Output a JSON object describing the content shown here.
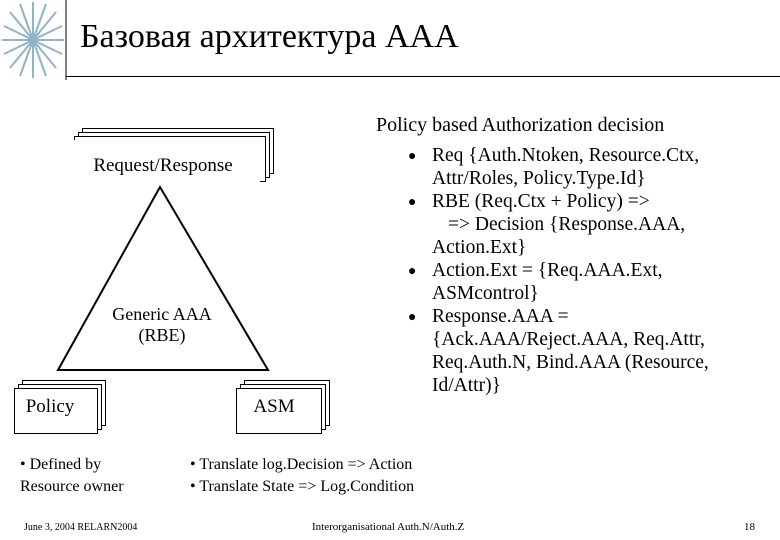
{
  "slide": {
    "title": "Базовая архитектура AAA",
    "policy_heading": "Policy based Authorization decision",
    "bullets": [
      {
        "line1": "Req {Auth.Ntoken, Resource.Ctx,",
        "line2": "Attr/Roles, Policy.Type.Id}",
        "line3": ""
      },
      {
        "line1": "RBE (Req.Ctx + Policy) =>",
        "line2": "=> Decision {Response.AAA,",
        "line3": "Action.Ext}"
      },
      {
        "line1": "Action.Ext = {Req.AAA.Ext,",
        "line2": "ASMcontrol}",
        "line3": ""
      },
      {
        "line1": "Response.AAA =",
        "line2": "{Ack.AAA/Reject.AAA, Req.Attr,",
        "line3": "Req.Auth.N, Bind.AAA (Resource,",
        "line4": "Id/Attr)}"
      }
    ],
    "diagram": {
      "top_box": "Request/Response",
      "center_line1": "Generic AAA",
      "center_line2": "(RBE)",
      "left_box": "Policy",
      "right_box": "ASM"
    },
    "notes": {
      "left_line1": "• Defined by",
      "left_line2": "Resource owner",
      "right_line1": "• Translate log.Decision => Action",
      "right_line2": "• Translate State => Log.Condition"
    },
    "footer": {
      "date": "June 3, 2004 RELARN2004",
      "center": "Interorganisational Auth.N/Auth.Z",
      "page": "18"
    },
    "colors": {
      "starburst": "#8fb3c9"
    }
  }
}
